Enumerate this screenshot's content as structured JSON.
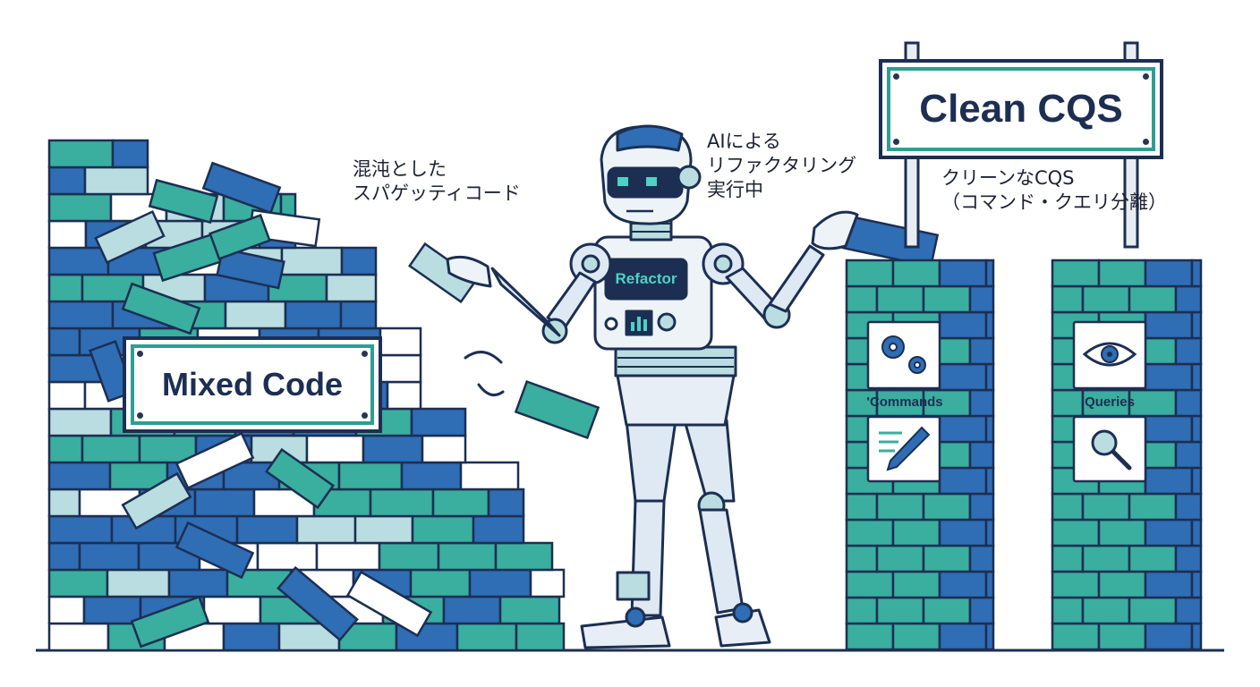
{
  "labels": {
    "mixed_code": "Mixed Code",
    "spaghetti_line1": "混沌とした",
    "spaghetti_line2": "スパゲッティコード",
    "ai_line1": "AIによる",
    "ai_line2": "リファクタリング",
    "ai_line3": "実行中",
    "clean_cqs": "Clean CQS",
    "cqs_desc_line1": "クリーンなCQS",
    "cqs_desc_line2": "（コマンド・クエリ分離）",
    "robot_chest": "Refactor",
    "commands": "'Commands",
    "queries": "Queries"
  },
  "icons": {
    "commands_top": "gears-icon",
    "commands_bottom": "document-pencil-icon",
    "queries_top": "eye-icon",
    "queries_bottom": "magnifier-icon"
  },
  "colors": {
    "navy": "#1c2f52",
    "blue": "#2f6db5",
    "teal": "#3aae9f",
    "light": "#b9dde0",
    "white": "#ffffff"
  }
}
